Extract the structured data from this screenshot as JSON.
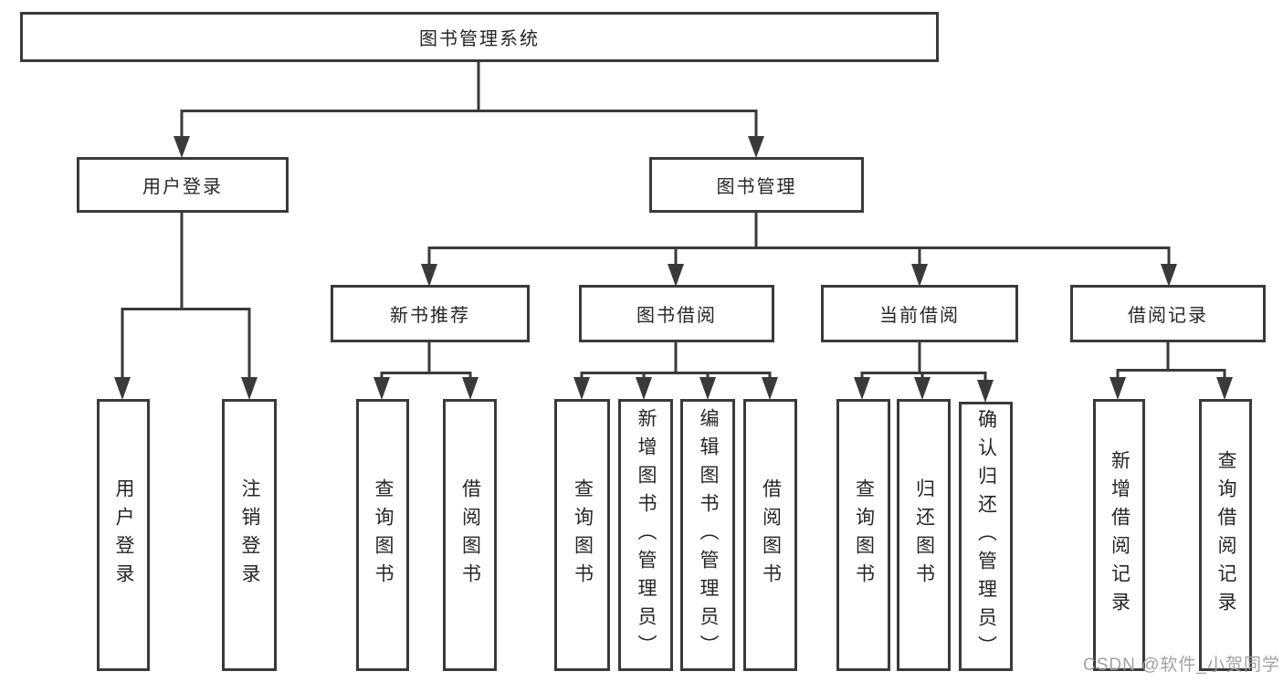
{
  "diagram": {
    "root": {
      "label": "图书管理系统"
    },
    "level2": {
      "user_login": {
        "label": "用户登录",
        "children": {
          "login": {
            "label": "用户登录"
          },
          "logout": {
            "label": "注销登录"
          }
        }
      },
      "book_management": {
        "label": "图书管理",
        "children": {
          "new_book_recommend": {
            "label": "新书推荐",
            "children": {
              "query_books": {
                "label": "查询图书"
              },
              "borrow_books": {
                "label": "借阅图书"
              }
            }
          },
          "book_borrowing": {
            "label": "图书借阅",
            "children": {
              "query_books": {
                "label": "查询图书"
              },
              "add_books": {
                "label": "新增图书（管理员）"
              },
              "edit_books": {
                "label": "编辑图书（管理员）"
              },
              "borrow_books": {
                "label": "借阅图书"
              }
            }
          },
          "current_borrowing": {
            "label": "当前借阅",
            "children": {
              "query_books": {
                "label": "查询图书"
              },
              "return_books": {
                "label": "归还图书"
              },
              "confirm_return": {
                "label": "确认归还（管理员）"
              }
            }
          },
          "borrowing_records": {
            "label": "借阅记录",
            "children": {
              "add_record": {
                "label": "新增借阅记录"
              },
              "query_record": {
                "label": "查询借阅记录"
              }
            }
          }
        }
      }
    },
    "watermark": "CSDN @软件_小贺同学"
  }
}
